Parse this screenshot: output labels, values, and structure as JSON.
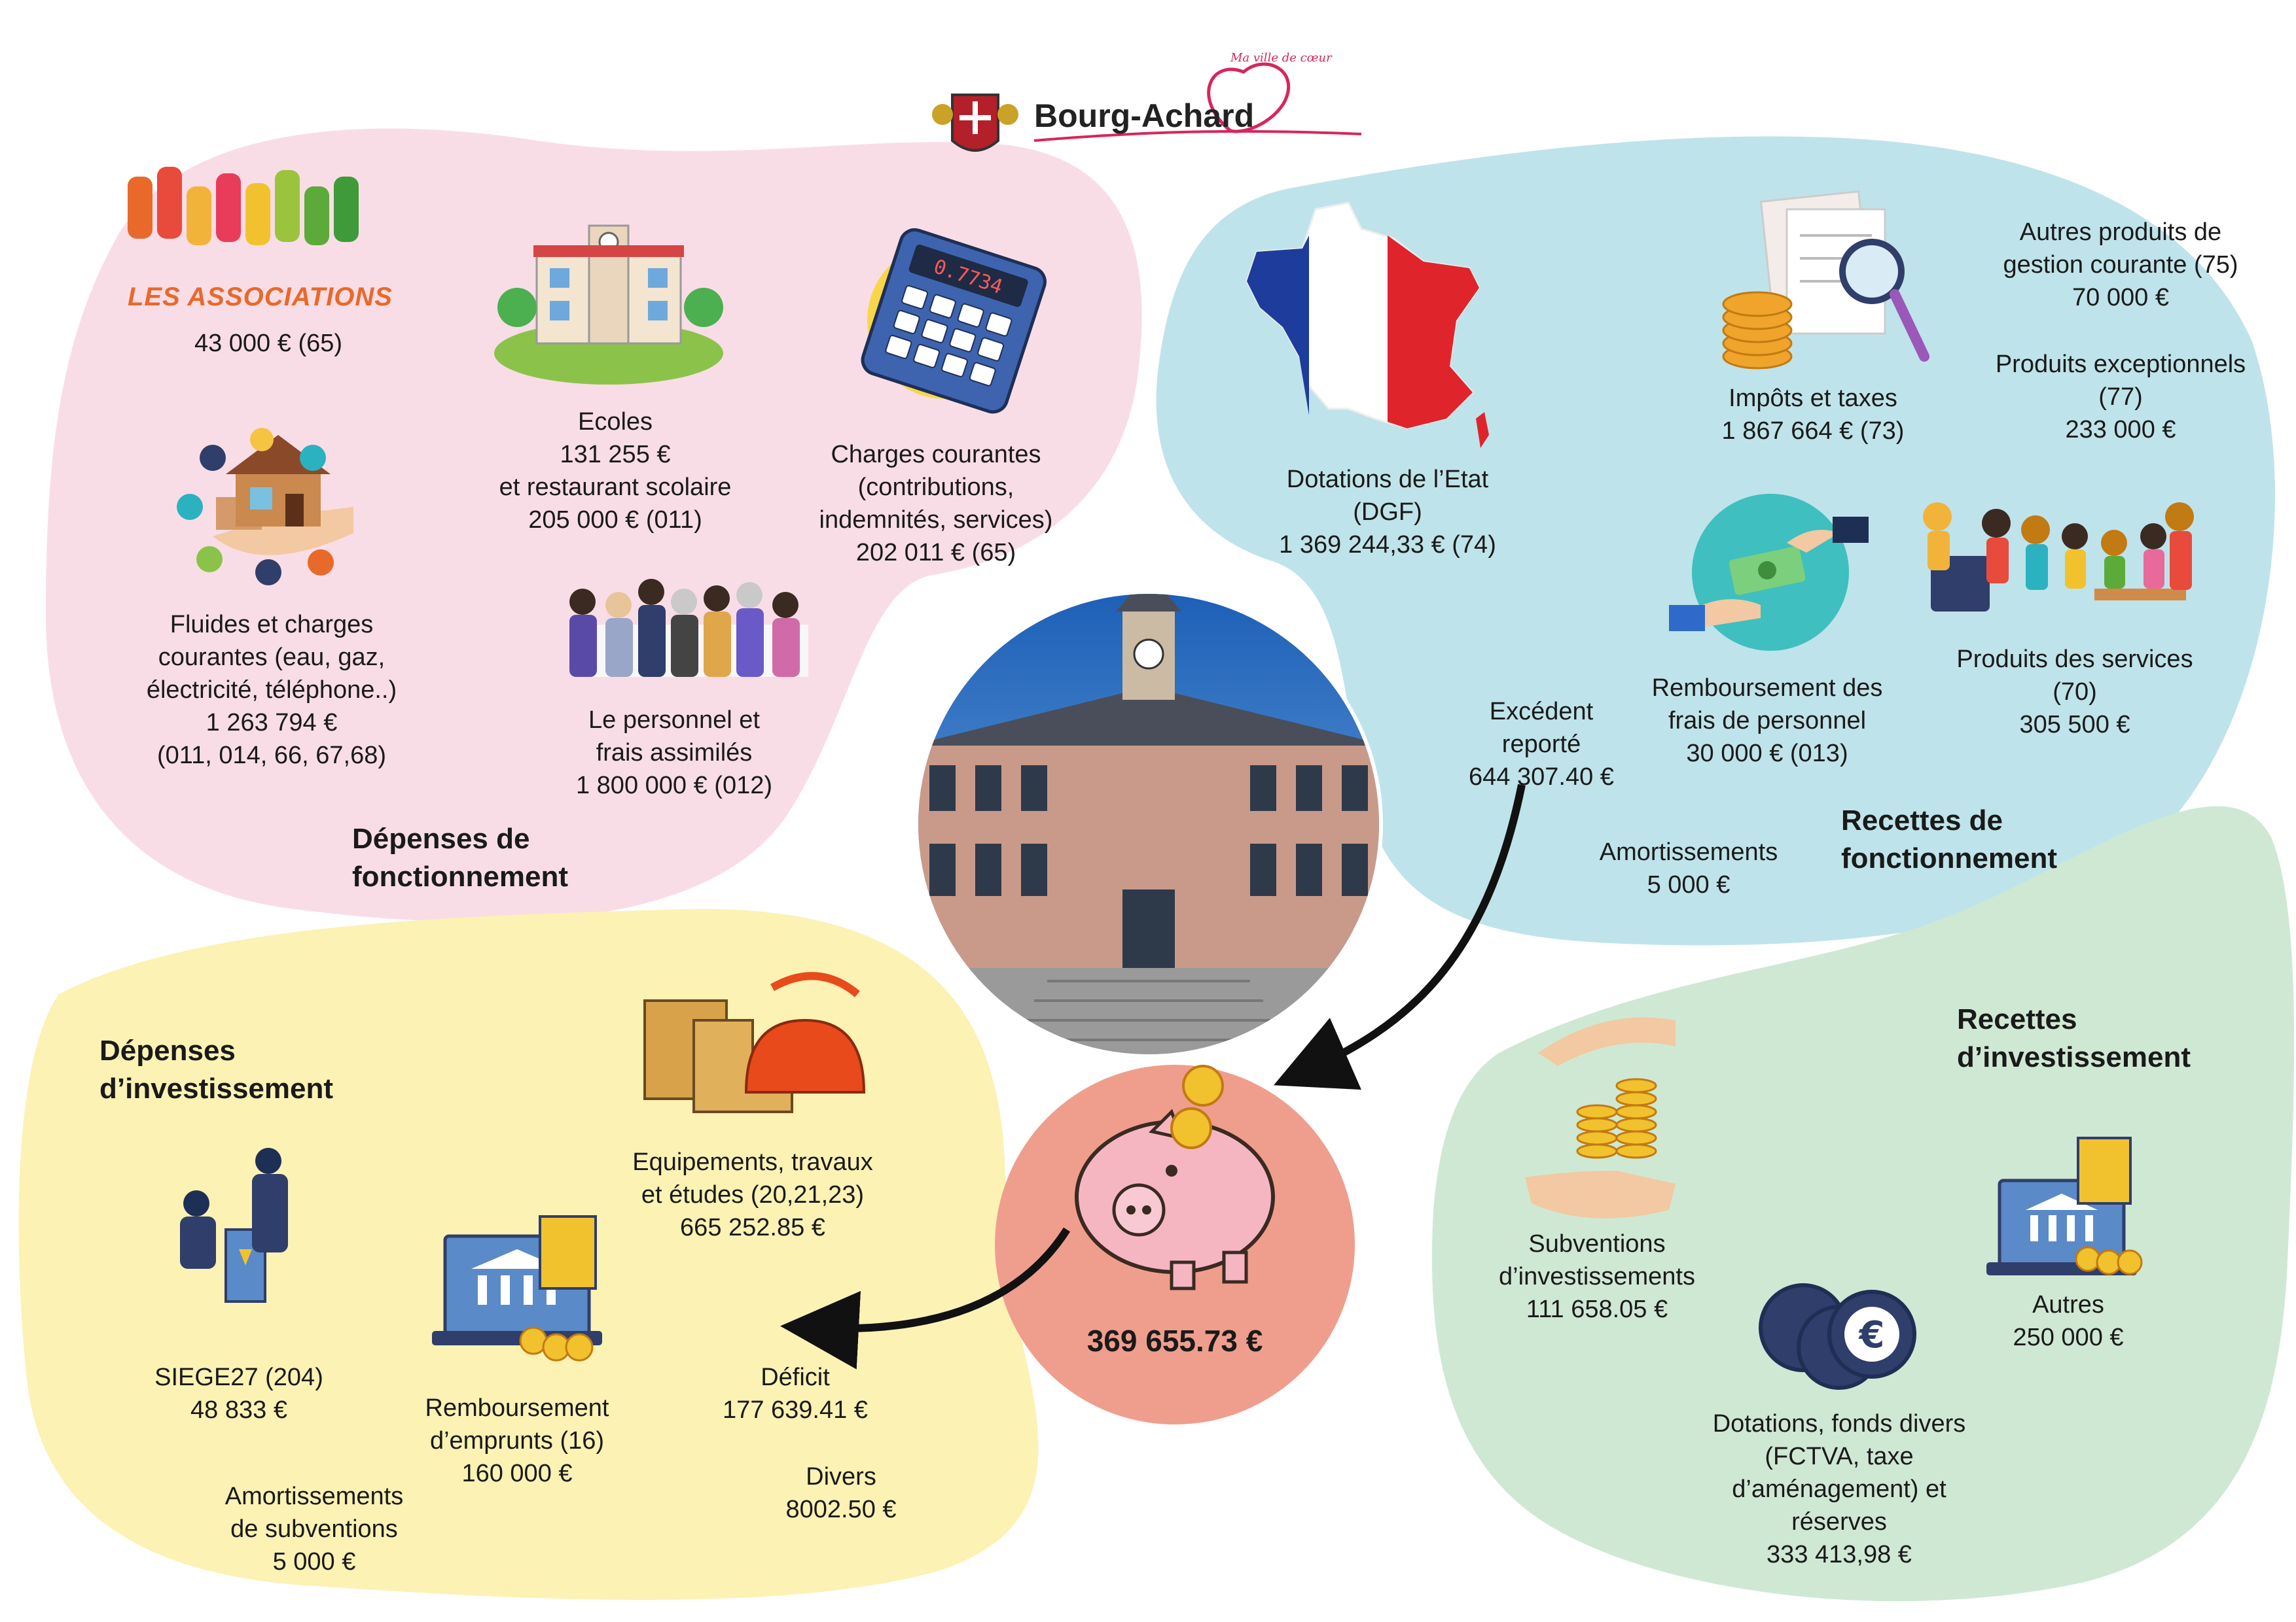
{
  "header": {
    "brand_name": "Bourg-Achard",
    "slogan": "Ma ville de cœur"
  },
  "colors": {
    "depenses_fonctionnement": "#f9dde6",
    "recettes_fonctionnement": "#bfe3ea",
    "depenses_investissement": "#fbf2b4",
    "recettes_investissement": "#cfe8d4",
    "center_circle": "#ef9e8d"
  },
  "depenses_fonctionnement": {
    "title": "Dépenses de\nfonctionnement",
    "associations_logo_text": "LES ASSOCIATIONS",
    "associations_value": "43 000 € (65)",
    "ecoles": "Ecoles\n131 255 €\net restaurant scolaire\n205 000 € (011)",
    "charges_courantes": "Charges courantes\n(contributions,\nindemnités, services)\n202 011 € (65)",
    "fluides": "Fluides et charges\ncourantes (eau, gaz,\nélectricité, téléphone..)\n1 263 794 €\n(011, 014, 66, 67,68)",
    "personnel": "Le personnel et\nfrais assimilés\n1 800 000 € (012)",
    "calculator_display": "0.7734"
  },
  "recettes_fonctionnement": {
    "title": "Recettes de\nfonctionnement",
    "dotations_etat": "Dotations de l’Etat\n(DGF)\n1 369 244,33 € (74)",
    "impots": "Impôts et taxes\n1 867 664 € (73)",
    "autres_produits": "Autres produits de\ngestion courante (75)\n70 000 €",
    "produits_exceptionnels": "Produits exceptionnels\n(77)\n233 000 €",
    "remboursement_personnel": "Remboursement des\nfrais de personnel\n30 000 € (013)",
    "produits_services": "Produits des services\n(70)\n305 500 €",
    "excedent": "Excédent\nreporté\n644 307.40 €",
    "amortissements": "Amortissements\n5 000 €"
  },
  "depenses_investissement": {
    "title": "Dépenses\nd’investissement",
    "equipements": "Equipements, travaux\net études (20,21,23)\n665 252.85 €",
    "siege27": "SIEGE27 (204)\n48 833 €",
    "emprunts": "Remboursement\nd’emprunts (16)\n160 000 €",
    "deficit": "Déficit\n177 639.41 €",
    "divers": "Divers\n8002.50 €",
    "amortissements_subventions": "Amortissements\nde subventions\n5 000 €"
  },
  "recettes_investissement": {
    "title": "Recettes\nd’investissement",
    "subventions": "Subventions\nd’investissements\n111 658.05 €",
    "autres": "Autres\n250 000 €",
    "dotations_fonds": "Dotations, fonds divers\n(FCTVA, taxe\nd’aménagement) et\nréserves\n333 413,98 €"
  },
  "center": {
    "value": "369 655.73 €"
  }
}
